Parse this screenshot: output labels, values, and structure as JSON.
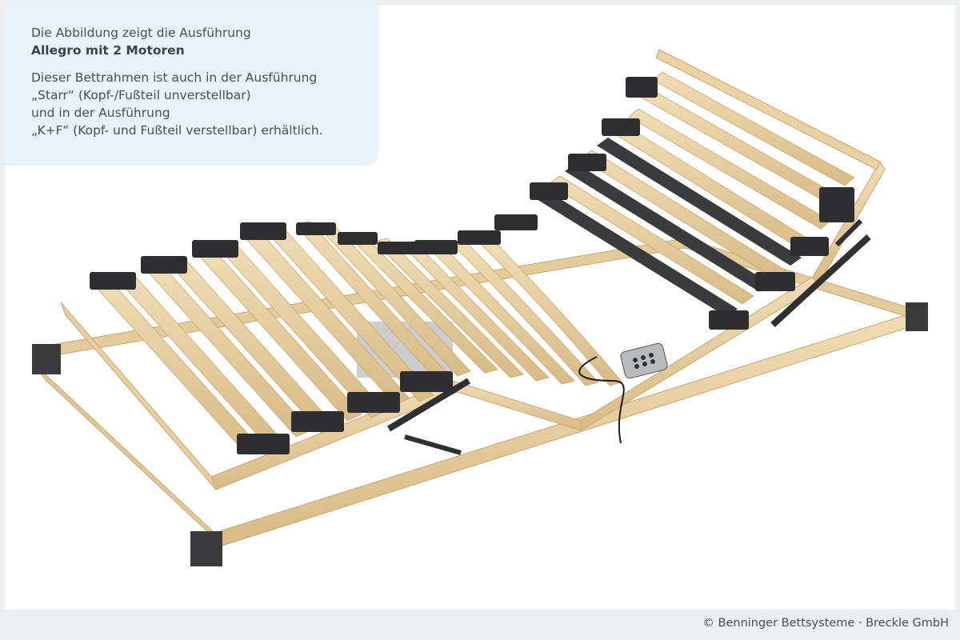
{
  "info": {
    "line1": "Die Abbildung zeigt die Ausführung",
    "line2": "Allegro mit 2 Motoren",
    "line3": "Dieser Bettrahmen ist auch in der Ausführung",
    "line4": "„Starr“ (Kopf-/Fußteil unverstellbar)",
    "line5": "und in der Ausführung",
    "line6": "„K+F“ (Kopf- und Fußteil verstellbar) erhältlich."
  },
  "footer": {
    "copyright": "© Benninger Bettsysteme · Breckle GmbH"
  },
  "colors": {
    "wood": "#ead3a8",
    "wood_dark": "#d9bc88",
    "cap": "#3a3a3c",
    "info_bg": "#e8f2fb",
    "frame_bg": "#eceff2"
  }
}
